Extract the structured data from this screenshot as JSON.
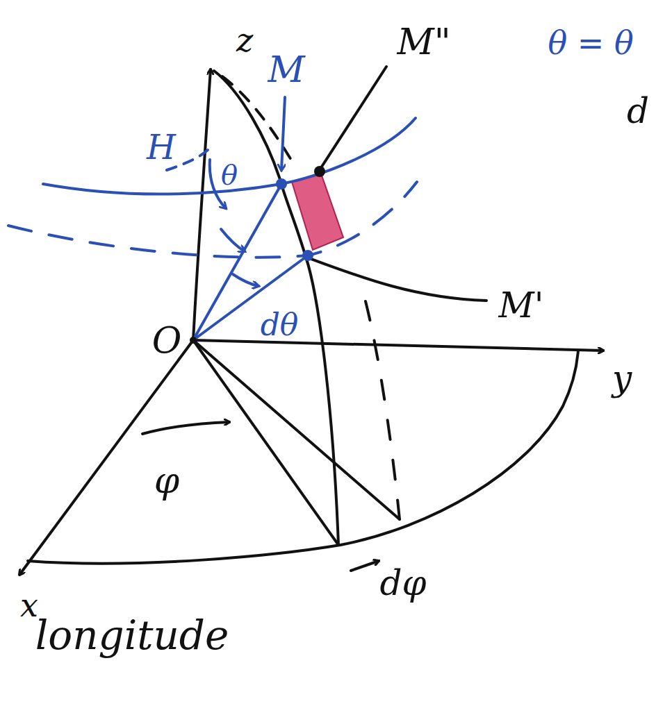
{
  "diagram": {
    "labels": [
      "z",
      "M",
      "M\"",
      "θ = θ",
      "d",
      "H",
      "θ",
      "M'",
      "dθ",
      "O",
      "y",
      "φ",
      "x",
      "dφ",
      "longitude"
    ]
  }
}
